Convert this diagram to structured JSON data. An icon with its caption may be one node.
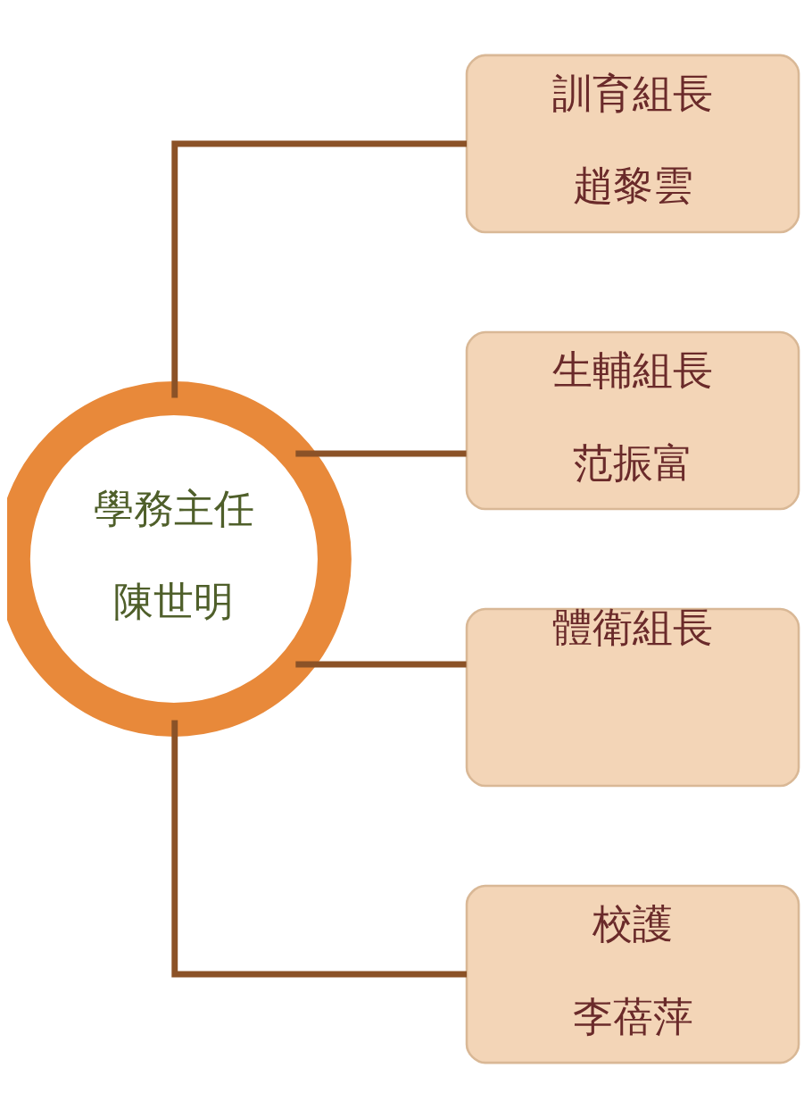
{
  "diagram": {
    "nodes": [
      {
        "text": [
          "學務主任",
          "陳世明"
        ]
      },
      {
        "text": [
          "訓育組長",
          "趙黎雲"
        ]
      },
      {
        "text": [
          "生輔組長",
          "范振富"
        ]
      },
      {
        "text": [
          "體衛組長"
        ]
      },
      {
        "text": [
          "校護",
          "李蓓萍"
        ]
      }
    ],
    "edges": [
      {
        "from": 0,
        "to": 1,
        "arrow": "none"
      },
      {
        "from": 0,
        "to": 2,
        "arrow": "none"
      },
      {
        "from": 0,
        "to": 3,
        "arrow": "none"
      },
      {
        "from": 0,
        "to": 4,
        "arrow": "none"
      }
    ]
  }
}
